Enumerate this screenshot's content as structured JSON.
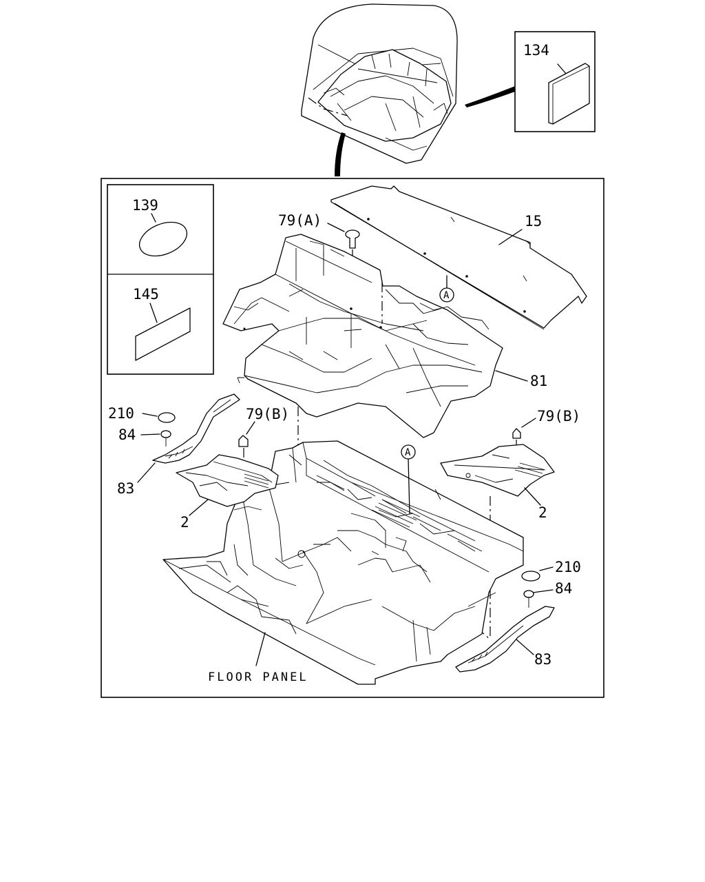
{
  "diagram": {
    "labels": {
      "part_134": "134",
      "part_139": "139",
      "part_145": "145",
      "part_79a": "79(A)",
      "part_15": "15",
      "ref_a": "A",
      "part_81": "81",
      "part_210_left": "210",
      "part_84_left": "84",
      "part_79b_left": "79(B)",
      "part_83_left": "83",
      "part_2_left": "2",
      "part_79b_right": "79(B)",
      "part_2_right": "2",
      "part_210_right": "210",
      "part_84_right": "84",
      "part_83_right": "83",
      "floor_panel": "FLOOR PANEL"
    }
  }
}
